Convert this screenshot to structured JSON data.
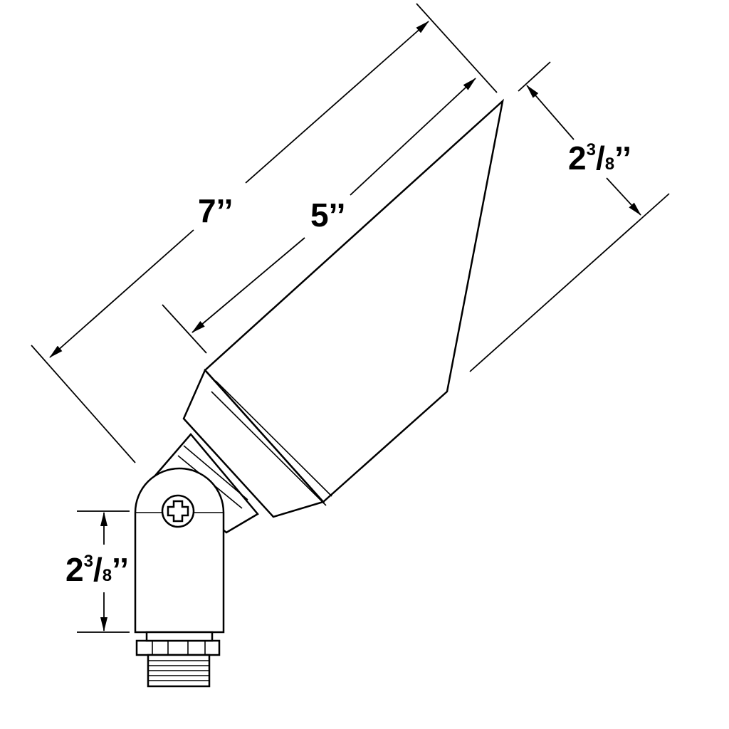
{
  "colors": {
    "ink": "#000000",
    "paper": "#ffffff"
  },
  "dimensions": {
    "overall_length": {
      "value": "7",
      "mark": "’’"
    },
    "housing_length": {
      "value": "5",
      "mark": "’’"
    },
    "lens_diameter": {
      "whole": "2",
      "numerator": "3",
      "slash": "/",
      "denominator": "8",
      "mark": "’’"
    },
    "mount_height": {
      "whole": "2",
      "numerator": "3",
      "slash": "/",
      "denominator": "8",
      "mark": "’’"
    }
  },
  "icons": {
    "mount_screw": "phillips-screw-icon"
  }
}
